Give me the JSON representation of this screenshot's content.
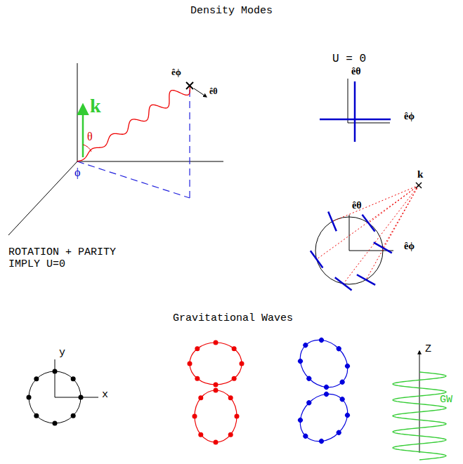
{
  "diagram": {
    "title": "Density Modes",
    "labels": [
      "k",
      "θ",
      "ϕ",
      "êϕ",
      "êθ",
      "U = 0",
      "êθ",
      "êϕ",
      "k",
      "êθ",
      "êϕ",
      "ROTATION + PARITY IMPLY U=0",
      "Gravitational Waves",
      "y",
      "x",
      "Z",
      "GW"
    ]
  }
}
